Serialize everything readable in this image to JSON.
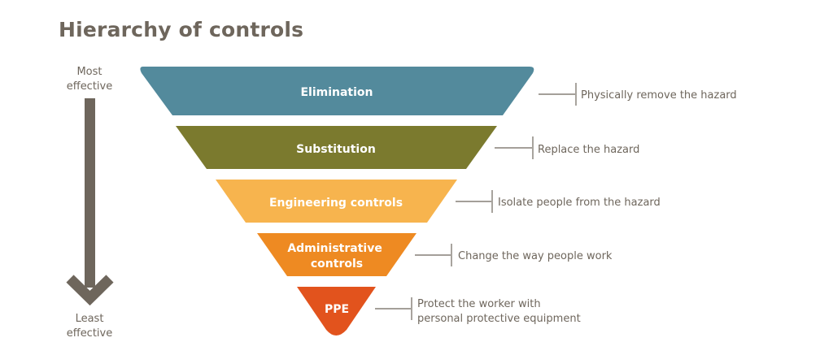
{
  "title": "Hierarchy of controls",
  "scale": {
    "top": [
      "Most",
      "effective"
    ],
    "bottom": [
      "Least",
      "effective"
    ]
  },
  "levels": [
    {
      "label": [
        "Elimination"
      ],
      "description": [
        "Physically remove the hazard"
      ],
      "color": "#538a9c"
    },
    {
      "label": [
        "Substitution"
      ],
      "description": [
        "Replace the hazard"
      ],
      "color": "#7b7a2e"
    },
    {
      "label": [
        "Engineering controls"
      ],
      "description": [
        "Isolate people from the hazard"
      ],
      "color": "#f7b44e"
    },
    {
      "label": [
        "Administrative",
        "controls"
      ],
      "description": [
        "Change the way people work"
      ],
      "color": "#ee8a22"
    },
    {
      "label": [
        "PPE"
      ],
      "description": [
        "Protect the worker with",
        "personal protective equipment"
      ],
      "color": "#e2531d"
    }
  ],
  "colors": {
    "text": "#6e665c",
    "arrow": "#6e665c"
  }
}
